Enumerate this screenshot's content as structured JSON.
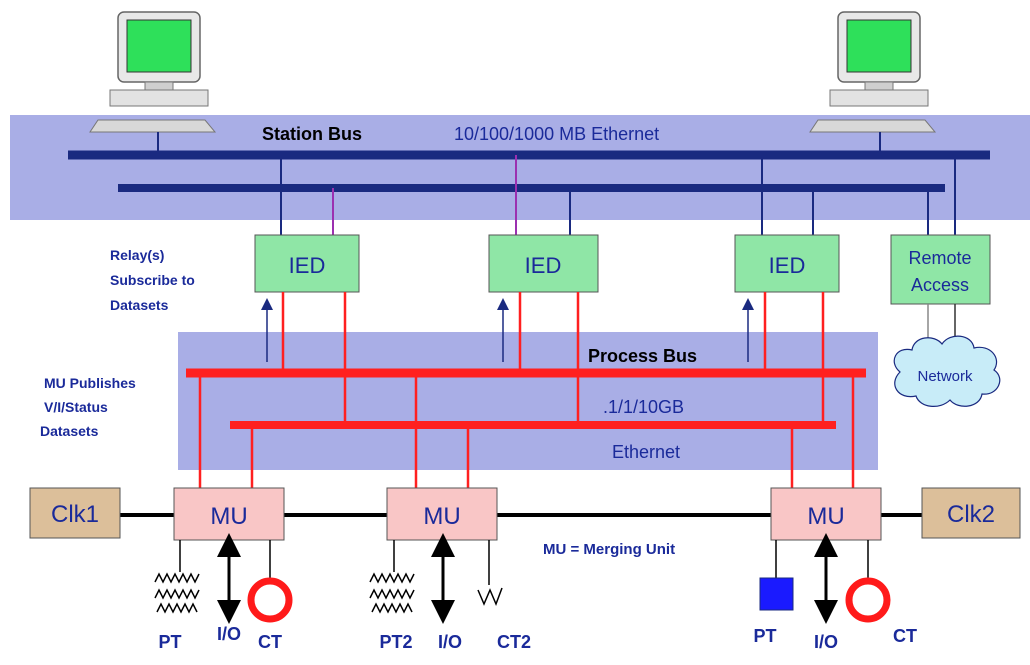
{
  "station_bus": {
    "label": "Station Bus",
    "ethernet_label": "10/100/1000 MB Ethernet"
  },
  "process_bus": {
    "label": "Process Bus",
    "speed_label": ".1/1/10GB",
    "ethernet_label": "Ethernet"
  },
  "annotations": {
    "relay_line1": "Relay(s)",
    "relay_line2": "Subscribe to",
    "relay_line3": "Datasets",
    "mu_pub_line1": "MU Publishes",
    "mu_pub_line2": "V/I/Status",
    "mu_pub_line3": "Datasets",
    "mu_definition": "MU = Merging Unit"
  },
  "ieds": [
    {
      "label": "IED"
    },
    {
      "label": "IED"
    },
    {
      "label": "IED"
    }
  ],
  "remote_access": {
    "line1": "Remote",
    "line2": "Access"
  },
  "network": {
    "label": "Network"
  },
  "clocks": {
    "left": "Clk1",
    "right": "Clk2"
  },
  "merging_units": [
    {
      "label": "MU",
      "pt": "PT",
      "io": "I/O",
      "ct": "CT"
    },
    {
      "label": "MU",
      "pt": "PT2",
      "io": "I/O",
      "ct": "CT2"
    },
    {
      "label": "MU",
      "pt": "PT",
      "io": "I/O",
      "ct": "CT"
    }
  ],
  "colors": {
    "bus_band": "#a9aee6",
    "station_line": "#1a2a80",
    "process_line": "#ff2020",
    "ied_fill": "#8fe6a6",
    "mu_fill": "#f9c6c6",
    "clock_fill": "#dcbf9a",
    "label_blue": "#1a2a9a",
    "ct_ring": "#ff1a1a",
    "pt_square": "#1a1aff",
    "cloud_fill": "#c8ecf8"
  }
}
